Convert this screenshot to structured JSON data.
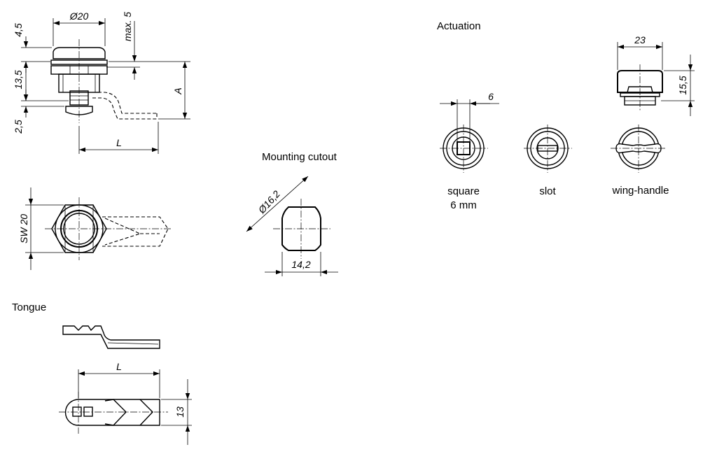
{
  "section_titles": {
    "actuation": "Actuation",
    "mounting_cutout": "Mounting cutout",
    "tongue": "Tongue"
  },
  "actuation_types": {
    "square_line1": "square",
    "square_line2": "6 mm",
    "slot": "slot",
    "wing_handle": "wing-handle"
  },
  "dimensions": {
    "diameter_20": "Ø20",
    "max_5": "max. 5",
    "d_4_5": "4,5",
    "d_13_5": "13,5",
    "d_2_5": "2,5",
    "A": "A",
    "L_main": "L",
    "sw_20": "SW 20",
    "diameter_16_2": "Ø16,2",
    "width_14_2": "14,2",
    "square_6": "6",
    "width_23": "23",
    "height_15_5": "15,5",
    "L_tongue": "L",
    "height_13": "13"
  }
}
